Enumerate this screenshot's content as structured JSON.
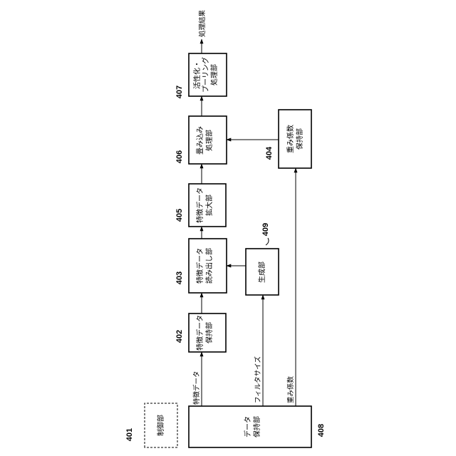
{
  "blocks": {
    "b401": {
      "num": "401",
      "label": "制御部"
    },
    "b402": {
      "num": "402",
      "lines": [
        "特徴データ",
        "保持部"
      ]
    },
    "b403": {
      "num": "403",
      "lines": [
        "特徴データ",
        "読み出し部"
      ]
    },
    "b404": {
      "num": "404",
      "lines": [
        "重み係数",
        "保持部"
      ]
    },
    "b405": {
      "num": "405",
      "lines": [
        "特徴データ",
        "拡大部"
      ]
    },
    "b406": {
      "num": "406",
      "lines": [
        "畳み込み",
        "処理部"
      ]
    },
    "b407": {
      "num": "407",
      "lines": [
        "活性化・",
        "プーリング",
        "処理部"
      ]
    },
    "b408": {
      "num": "408",
      "lines": [
        "データ",
        "保持部"
      ]
    },
    "b409": {
      "num": "409",
      "label": "生成部"
    }
  },
  "signals": {
    "feature_data": "特徴データ",
    "filter_size": "フィルタサイズ",
    "weight_coeff": "重み係数",
    "result": "処理結果"
  }
}
